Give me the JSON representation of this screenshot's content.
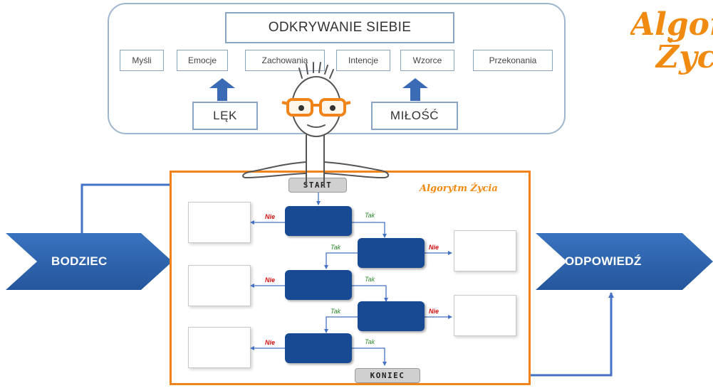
{
  "brand": {
    "large_line1": "Algorytm",
    "large_line2": "Życia",
    "small": "Algorytm Życia",
    "color": "#f08a10"
  },
  "self_discovery": {
    "title": "ODKRYWANIE SIEBIE",
    "categories": [
      "Myśli",
      "Emocje",
      "Zachowania",
      "Intencje",
      "Wzorce",
      "Przekonania"
    ],
    "fear": "LĘK",
    "love": "MIŁOŚĆ"
  },
  "flow": {
    "input": "BODZIEC",
    "output": "ODPOWIEDŹ",
    "start": "START",
    "end": "KONIEC",
    "yes": "Tak",
    "no": "Nie"
  },
  "colors": {
    "accent_orange": "#f0831a",
    "step_blue": "#174a92",
    "chevron_blue": "#2e64ad",
    "line_blue": "#4472c4",
    "no_red": "#d01010",
    "yes_green": "#2a8a2a"
  }
}
